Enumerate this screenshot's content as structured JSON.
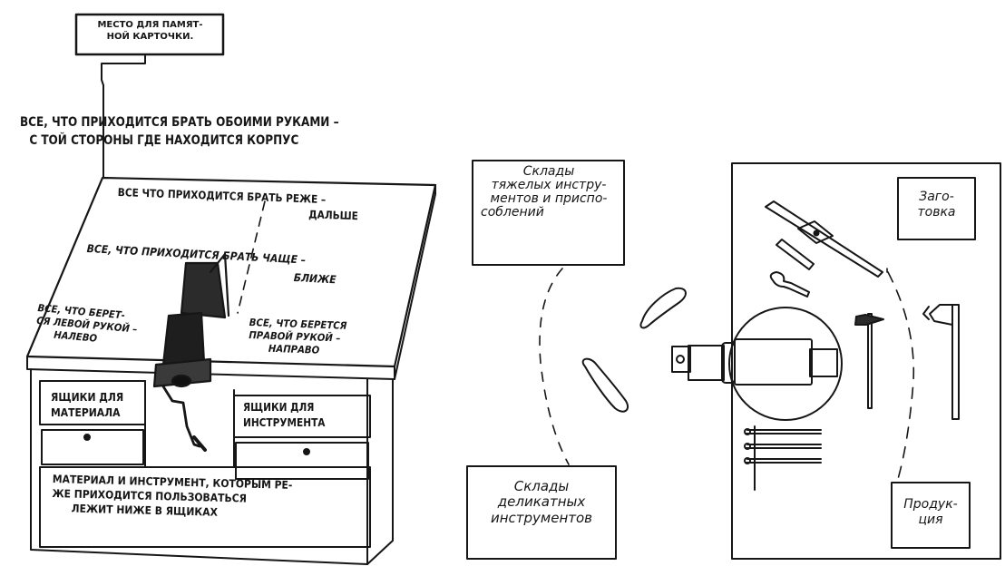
{
  "workbench": {
    "card_place": [
      "МЕСТО ДЛЯ ПАМЯТ-",
      "НОЙ КАРТОЧКИ."
    ],
    "both_hands": [
      "ВСЕ, ЧТО  ПРИХОДИТСЯ БРАТЬ ОБОИМИ РУКАМИ –",
      "С ТОЙ  СТОРОНЫ ГДЕ НАХОДИТСЯ КОРПУС"
    ],
    "rarely": [
      "ВСЕ ЧТО ПРИХОДИТСЯ БРАТЬ РЕЖЕ –",
      "ДАЛЬШЕ"
    ],
    "often": [
      "ВСЕ, ЧТО ПРИХОДИТСЯ  БРАТЬ ЧАЩЕ –",
      "БЛИЖЕ"
    ],
    "left_hand": [
      "ВСЕ, ЧТО БЕРЕТ-",
      "СЯ ЛЕВОЙ РУКОЙ –",
      "НАЛЕВО"
    ],
    "right_hand": [
      "ВСЕ, ЧТО БЕРЕТСЯ",
      "ПРАВОЙ РУКОЙ –",
      "НАПРАВО"
    ],
    "material_box": [
      "ЯЩИКИ ДЛЯ",
      "МАТЕРИАЛА"
    ],
    "tool_box": [
      "ЯЩИКИ  ДЛЯ",
      "ИНСТРУМЕНТА"
    ],
    "bottom_box": [
      "МАТЕРИАЛ И ИНСТРУМЕНТ, КОТОРЫМ РЕ-",
      "ЖЕ ПРИХОДИТСЯ ПОЛЬЗОВАТЬСЯ",
      "ЛЕЖИТ НИЖЕ В ЯЩИКАХ"
    ]
  },
  "layout_plan": {
    "heavy_tools": [
      "Склады",
      "тяжелых инстру-",
      "ментов и приспо-",
      "соблений"
    ],
    "delicate_tools": [
      "Склады",
      "деликатных",
      "инструментов"
    ],
    "blank": [
      "Заго-",
      "товка"
    ],
    "product": [
      "Продук-",
      "ция"
    ]
  }
}
